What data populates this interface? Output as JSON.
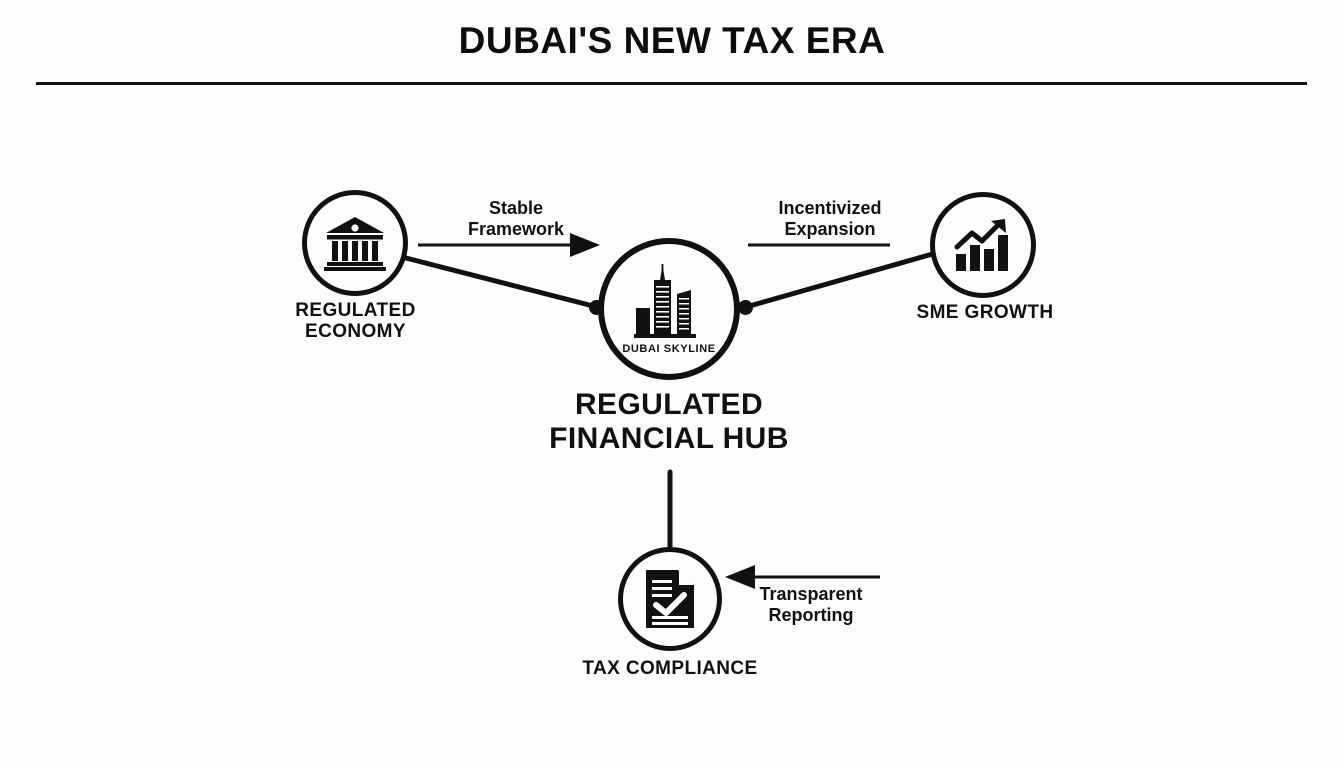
{
  "header": {
    "title": "DUBAI'S NEW TAX ERA"
  },
  "hub": {
    "inner_label": "DUBAI SKYLINE",
    "title_line1": "REGULATED",
    "title_line2": "FINANCIAL HUB",
    "icon": "dubai-skyline-icon"
  },
  "nodes": [
    {
      "id": "regulated-economy",
      "label_line1": "REGULATED",
      "label_line2": "ECONOMY",
      "icon": "bank-building-icon"
    },
    {
      "id": "sme-growth",
      "label_line1": "SME GROWTH",
      "label_line2": "",
      "icon": "growth-chart-arrow-icon"
    },
    {
      "id": "tax-compliance",
      "label_line1": "TAX COMPLIANCE",
      "label_line2": "",
      "icon": "document-check-icon"
    }
  ],
  "edges": [
    {
      "id": "stable-framework",
      "line1": "Stable",
      "line2": "Framework",
      "arrow": "right"
    },
    {
      "id": "incentivized-expansion",
      "line1": "Incentivized",
      "line2": "Expansion",
      "arrow": "none"
    },
    {
      "id": "transparent-reporting",
      "line1": "Transparent",
      "line2": "Reporting",
      "arrow": "left"
    }
  ],
  "colors": {
    "ink": "#111111",
    "background": "#fdfdfd"
  }
}
